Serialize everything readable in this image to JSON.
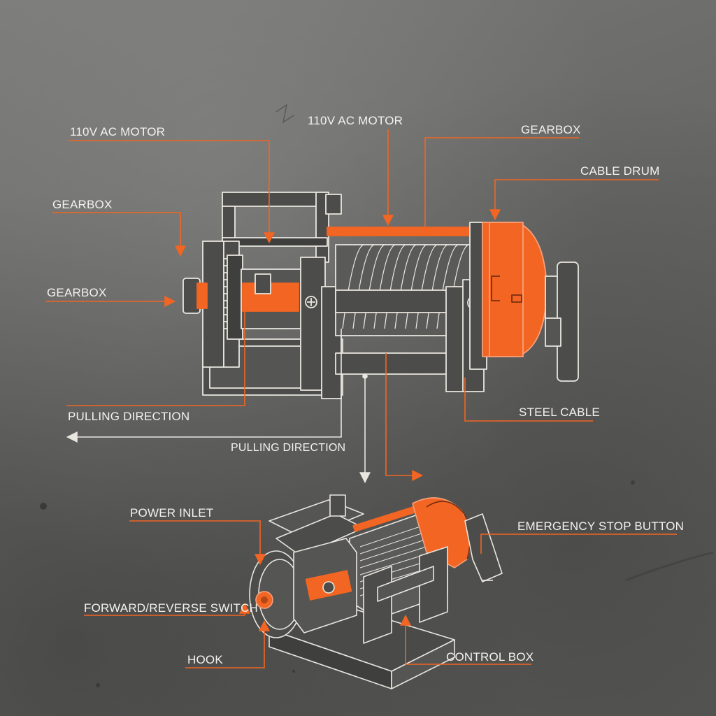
{
  "colors": {
    "accent": "#f26522",
    "line": "#e9e6df",
    "metal": "#4c4c4a",
    "background": "#6f6f6d"
  },
  "top_diagram": {
    "labels": {
      "motor_left": "110V AC MOTOR",
      "motor_center": "110V AC MOTOR",
      "gearbox_top_right": "GEARBOX",
      "cable_drum": "CABLE DRUM",
      "gearbox_left_upper": "GEARBOX",
      "gearbox_left_lower": "GEARBOX",
      "pulling_direction_left": "PULLING DIRECTION",
      "pulling_direction_center": "PULLING DIRECTION",
      "steel_cable": "STEEL CABLE"
    }
  },
  "bottom_diagram": {
    "labels": {
      "power_inlet": "POWER INLET",
      "emergency_stop": "EMERGENCY STOP BUTTON",
      "forward_reverse": "FORWARD/REVERSE SWITCH",
      "hook": "HOOK",
      "control_box": "CONTROL BOX"
    }
  }
}
